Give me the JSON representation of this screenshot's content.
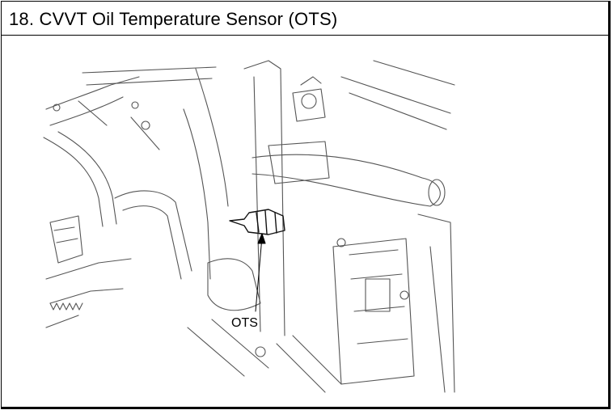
{
  "title": "18. CVVT Oil Temperature Sensor (OTS)",
  "diagram": {
    "callout": "OTS",
    "line_color": "#555555",
    "icon": "engine-bay-line-drawing"
  }
}
